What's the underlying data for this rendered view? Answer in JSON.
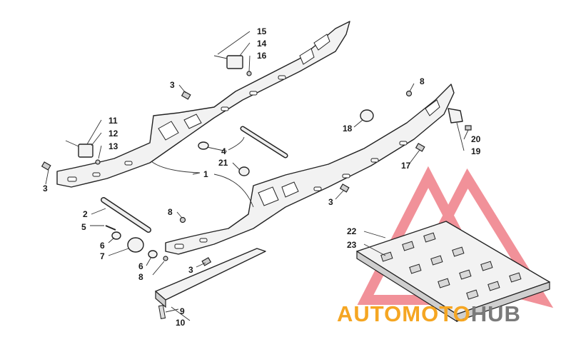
{
  "diagram": {
    "callouts": [
      "1",
      "2",
      "3",
      "3",
      "3",
      "3",
      "4",
      "5",
      "6",
      "6",
      "7",
      "8",
      "8",
      "8",
      "9",
      "10",
      "11",
      "12",
      "13",
      "14",
      "15",
      "16",
      "17",
      "18",
      "19",
      "20",
      "21",
      "22",
      "23"
    ]
  },
  "watermark": {
    "part1": "AUTO",
    "part2": "MOTO",
    "part3": "HUB",
    "color_orange": "#f5a623",
    "color_red": "#e63946",
    "color_gray": "#7a7a7a"
  }
}
